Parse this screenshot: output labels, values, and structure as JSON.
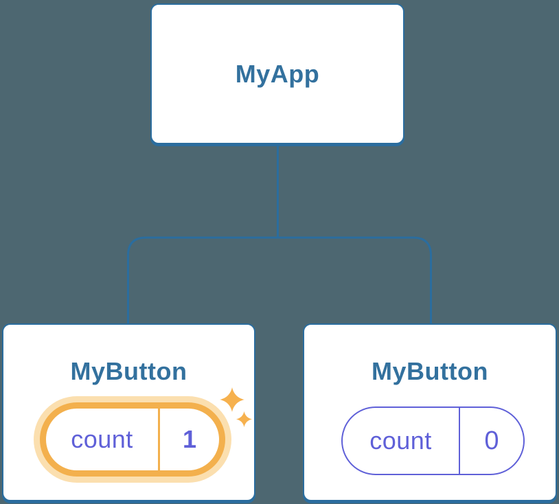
{
  "diagram": {
    "kind": "component-tree",
    "root": {
      "label": "MyApp"
    },
    "children": [
      {
        "label": "MyButton",
        "highlighted": true,
        "state": {
          "key": "count",
          "value": "1"
        }
      },
      {
        "label": "MyButton",
        "highlighted": false,
        "state": {
          "key": "count",
          "value": "0"
        }
      }
    ]
  },
  "icons": {
    "sparkle_large": "sparkle-icon",
    "sparkle_small": "sparkle-icon"
  },
  "colors": {
    "bg": "#4d6771",
    "line": "#2b6d9e",
    "card-bg": "#ffffff",
    "title": "#33719e",
    "purple": "#5f60d8",
    "orange": "#f3b04d",
    "orange-glow": "#fbdfaf",
    "sparkle": "#f6b14e"
  }
}
